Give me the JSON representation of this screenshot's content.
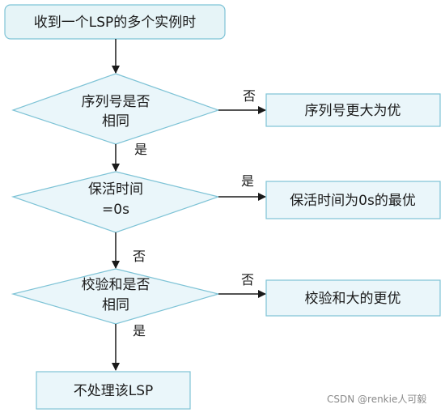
{
  "colors": {
    "start_fill": "#e6f4f7",
    "node_fill": "#eaf6fa",
    "node_stroke": "#7ec3d6",
    "edge": "#1a1a1a",
    "text": "#1a1a1a"
  },
  "nodes": {
    "start": "收到一个LSP的多个实例时",
    "decision1": [
      "序列号是否",
      "相同"
    ],
    "result1": "序列号更大为优",
    "decision2": [
      "保活时间",
      "=0s"
    ],
    "result2": "保活时间为0s的最优",
    "decision3": [
      "校验和是否",
      "相同"
    ],
    "result3": "校验和大的更优",
    "end": "不处理该LSP"
  },
  "edges": {
    "d1_no": "否",
    "d1_yes": "是",
    "d2_yes": "是",
    "d2_no": "否",
    "d3_no": "否",
    "d3_yes": "是"
  },
  "watermark": "CSDN @renkie人可毅"
}
